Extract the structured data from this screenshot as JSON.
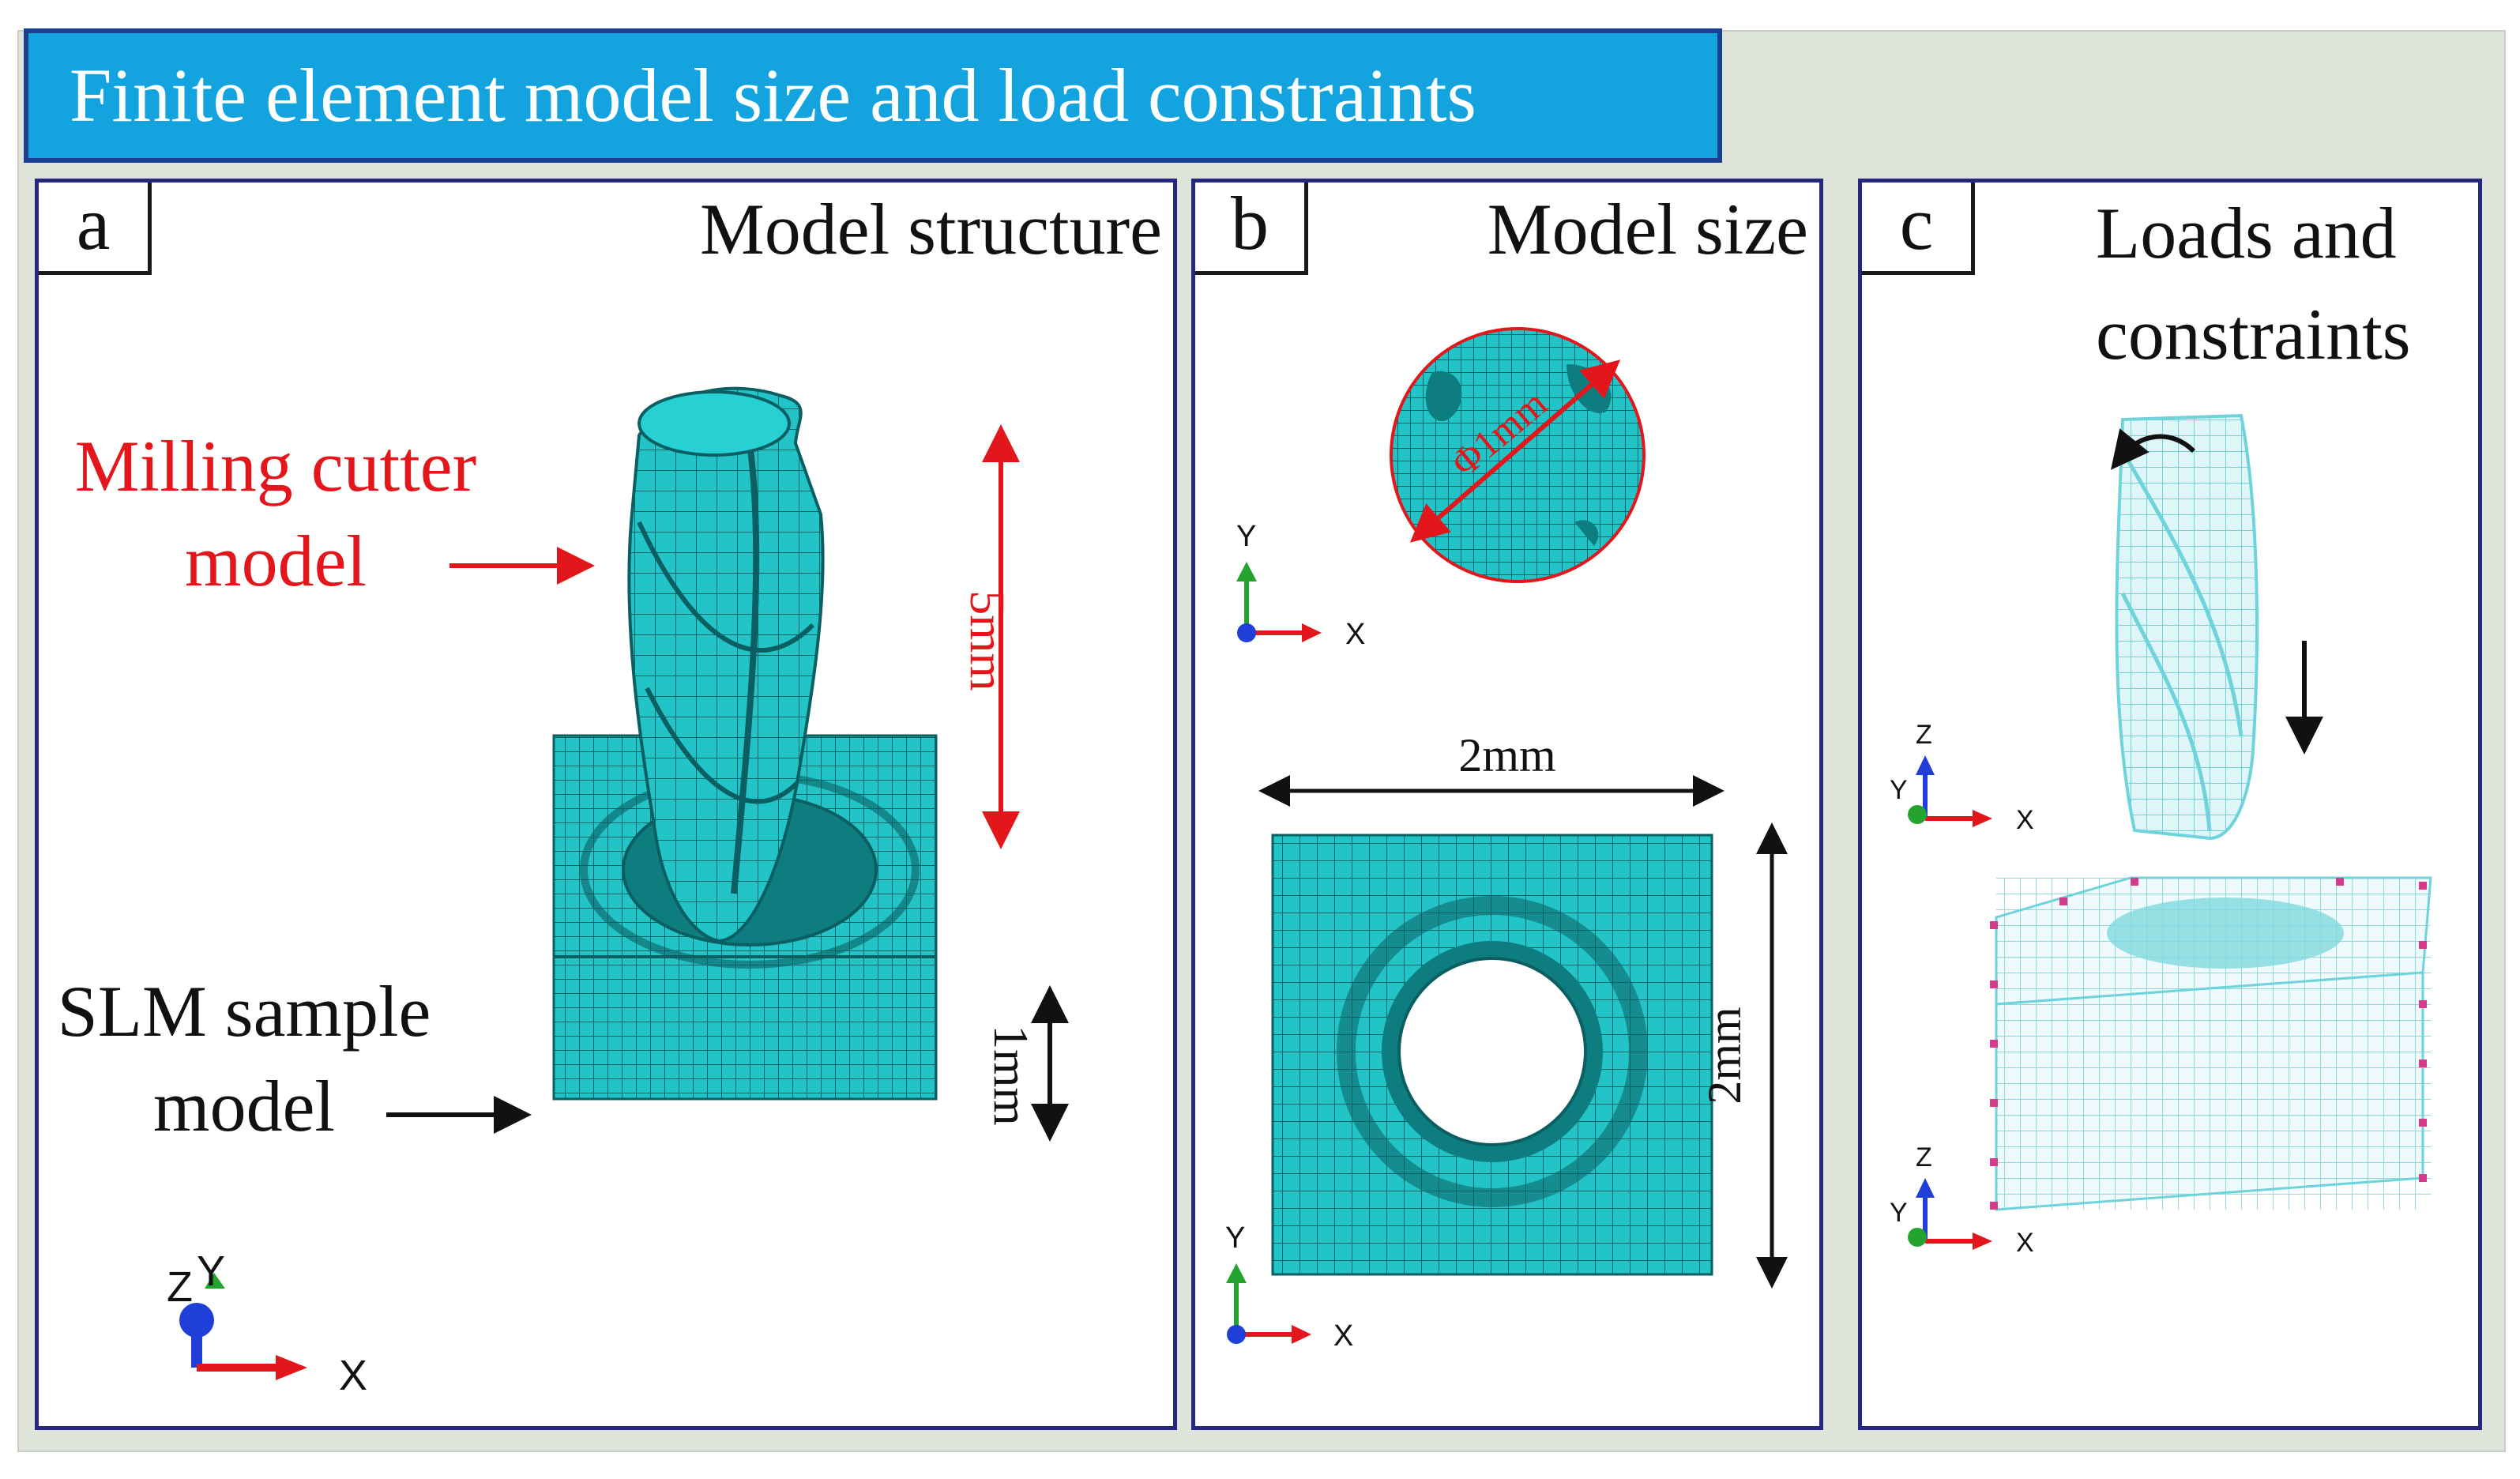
{
  "header": {
    "title": "Finite element model size and load constraints"
  },
  "panels": {
    "a": {
      "letter": "a",
      "title": "Model structure",
      "cutter_label_line1": "Milling cutter",
      "cutter_label_line2": "model",
      "sample_label_line1": "SLM sample",
      "sample_label_line2": "model",
      "dim_height": "5mm",
      "dim_base": "1mm",
      "axis": {
        "z": "Z",
        "y": "Y",
        "x": "X"
      }
    },
    "b": {
      "letter": "b",
      "title": "Model size",
      "diameter": "Φ1mm",
      "width": "2mm",
      "height": "2mm",
      "axis_top": {
        "y": "Y",
        "x": "X"
      },
      "axis_bottom": {
        "y": "Y",
        "x": "X"
      }
    },
    "c": {
      "letter": "c",
      "title": "Loads and constraints",
      "axis_top": {
        "z": "Z",
        "y": "Y",
        "x": "X"
      },
      "axis_bottom": {
        "z": "Z",
        "y": "Y",
        "x": "X"
      }
    }
  },
  "colors": {
    "header_bg": "#13a4df",
    "header_border": "#1a3f8e",
    "panel_border": "#23287e",
    "mesh_solid": "#22c4c7",
    "mesh_wire": "#a5e6ec",
    "annotation_red": "#e3161b",
    "axis_x": "#e3161b",
    "axis_y": "#25a32f",
    "axis_z": "#1f3fd8"
  }
}
